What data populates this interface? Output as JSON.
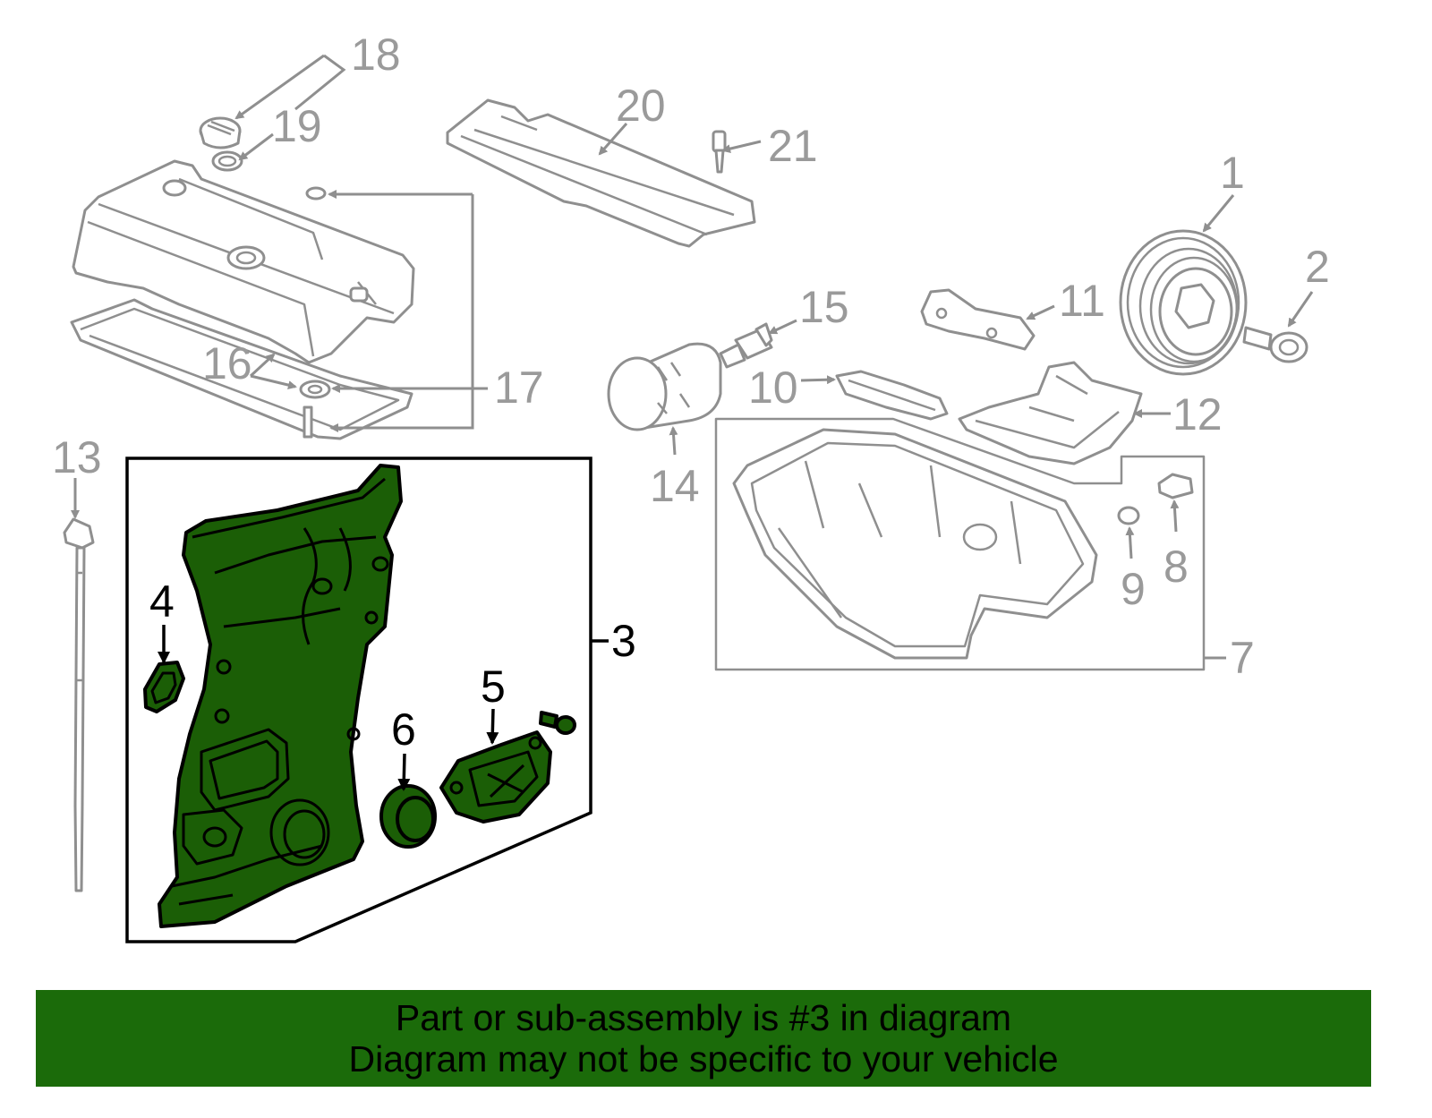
{
  "callouts": {
    "c1": "1",
    "c2": "2",
    "c3": "3",
    "c4": "4",
    "c5": "5",
    "c6": "6",
    "c7": "7",
    "c8": "8",
    "c9": "9",
    "c10": "10",
    "c11": "11",
    "c12": "12",
    "c13": "13",
    "c14": "14",
    "c15": "15",
    "c16": "16",
    "c17": "17",
    "c18": "18",
    "c19": "19",
    "c20": "20",
    "c21": "21"
  },
  "highlight": {
    "part_number": "3",
    "fill_color": "#1b5e06"
  },
  "banner": {
    "line1": "Part or sub-assembly is #3 in diagram",
    "line2": "Diagram may not be specific to your vehicle",
    "color": "#1b6b0a"
  }
}
